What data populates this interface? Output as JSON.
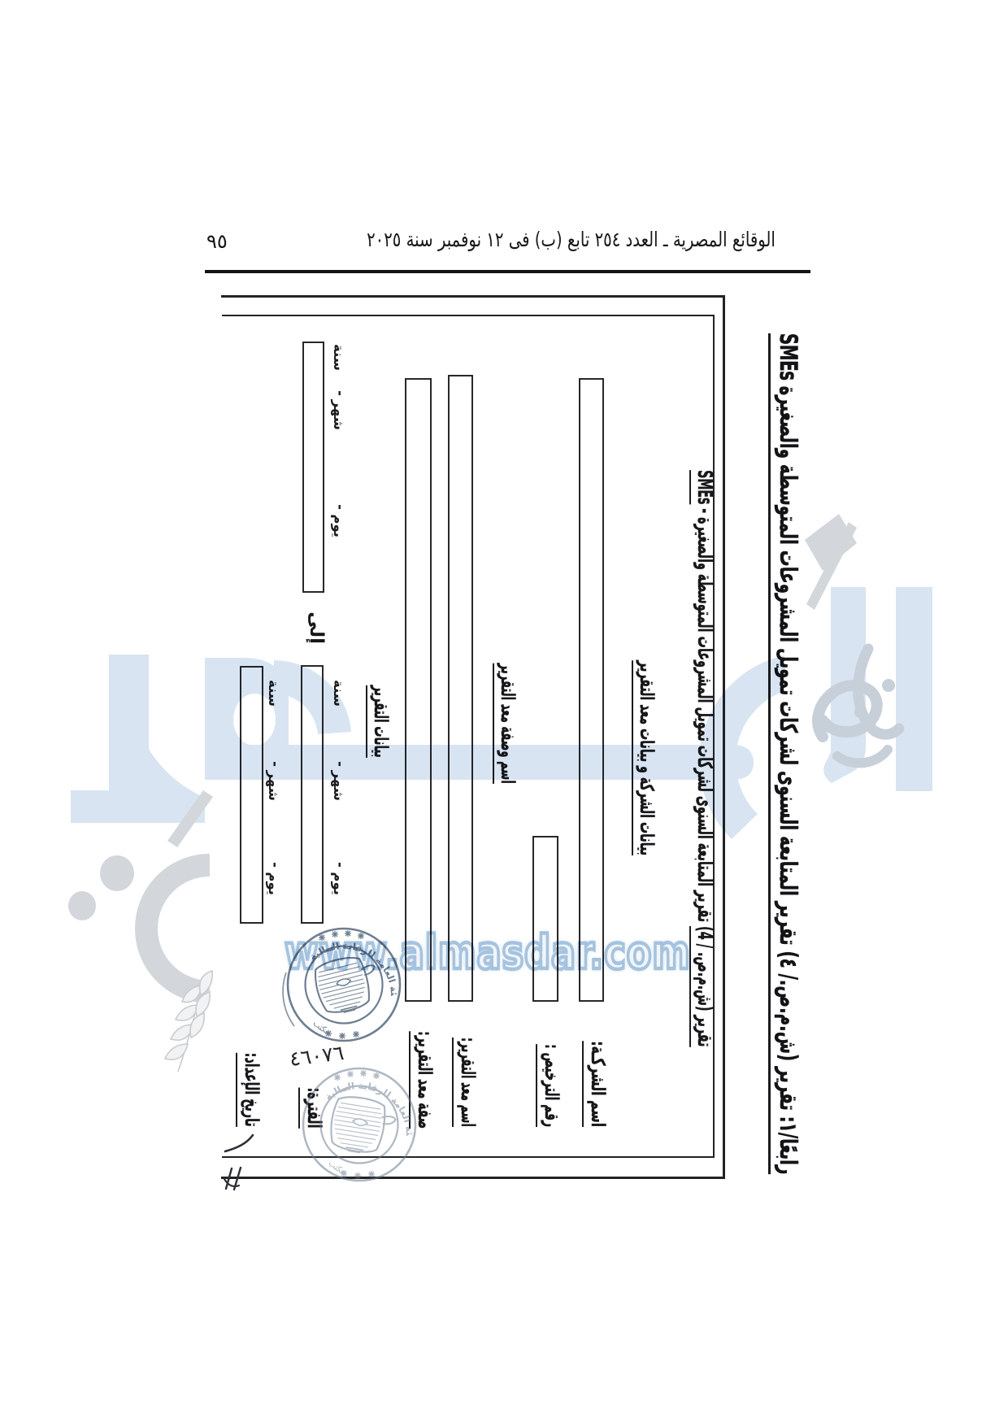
{
  "header": {
    "title": "الوقائع المصرية ـ العدد ٢٥٤ تابع (ب) فى ١٢ نوفمبر سنة ٢٠٢٥",
    "page_number": "٩٥"
  },
  "form": {
    "title": "رابعًا/١: تقرير (ش.م.ص./ ٤) تقرير المتابعة السنوى لشركات تمويل المشروعات المتوسطة والصغيرة SMEs",
    "inner_title_lead": "تقرير (ش.م.ص. / 4)",
    "inner_title_middle": " تقرير المتابعة السنوى لشركات تمويل المشروعات المتوسطة والصغيرة - ",
    "inner_title_tail": "SMEs",
    "section_company": "بيانات الشركة و بيانات معد التقرير",
    "section_preparer": "اسم وصفة معد التقرير",
    "section_report": "بيانات التقرير",
    "fields": {
      "company_name": "اسم الشركـة:",
      "license_number": "رقم الترخيص :",
      "preparer_name": "اسم معد التقرير:",
      "preparer_title": "صفة معد التقرير:",
      "period": "الفترة:",
      "to": "إلى",
      "prepared_date": "تاريخ الإعداد:",
      "day": "يوم",
      "month": "شهر",
      "year": "سنة",
      "dash": "-"
    }
  },
  "annotations": {
    "handwritten_number": "٤٦٠٧٦",
    "stamp_ring_text": "الهيئة العامة للرقابة المالية",
    "stamp_office_text": "مكتب",
    "watermark_site": "www.almasdar.com"
  },
  "colors": {
    "ink": "#1b1b1d",
    "stamp_ink": "#5b6d82",
    "watermark_blue": "#d8e4f1",
    "watermark_stroke": "#afc9e2",
    "watermark_gray": "#d3d6da"
  }
}
